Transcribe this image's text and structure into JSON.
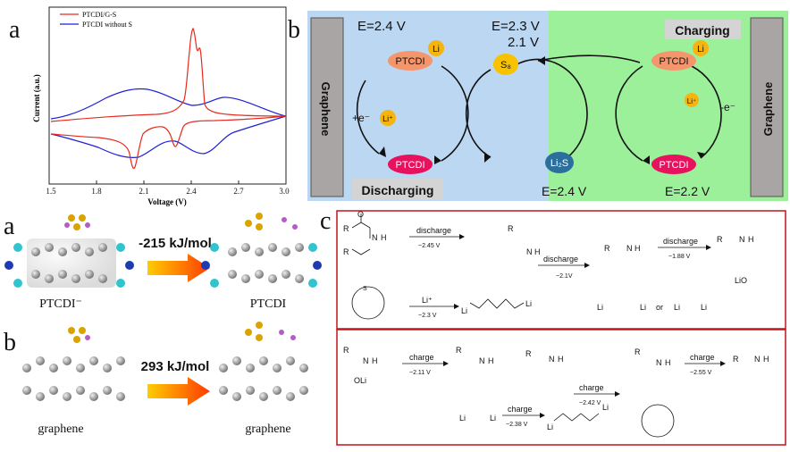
{
  "letters": {
    "a_top": "a",
    "b_top": "b",
    "a_bottom": "a",
    "b_bottom": "b",
    "c_bottom": "c"
  },
  "cv_plot": {
    "legend": [
      "PTCDI/G-S",
      "PTCDI without S"
    ],
    "ylabel": "Current (a.u.)",
    "xlabel": "Voltage (V)",
    "xticks": [
      "1.5",
      "1.8",
      "2.1",
      "2.4",
      "2.7",
      "3.0"
    ],
    "colors": {
      "ptcdi_gs": "#e8291d",
      "ptcdi_nos": "#1f1fd6"
    }
  },
  "chart_data": {
    "type": "line",
    "xlabel": "Voltage (V)",
    "ylabel": "Current (a.u.)",
    "xlim": [
      1.5,
      3.0
    ],
    "series": [
      {
        "name": "PTCDI/G-S",
        "color": "#e8291d"
      },
      {
        "name": "PTCDI without S",
        "color": "#1f1fd6"
      }
    ]
  },
  "mechanism": {
    "left_label": "Graphene",
    "right_label": "Graphene",
    "e_24_left": "E=2.4 V",
    "e_23": "E=2.3 V",
    "e_21": "2.1 V",
    "charging": "Charging",
    "discharging": "Discharging",
    "e_24_bottom": "E=2.4 V",
    "e_22_bottom": "E=2.2 V",
    "ptcdi": "PTCDI",
    "li": "Li",
    "li_plus": "Li⁺",
    "s8": "S₈",
    "li2s": "Li₂S",
    "plus_e": "+e⁻",
    "minus_e": "-e⁻",
    "colors": {
      "blue_region": "#bcd7f2",
      "green_region": "#9df09a",
      "gray_bar": "#a9a5a4",
      "ptcdi_orange": "#f5956b",
      "ptcdi_red": "#e8115e",
      "li_yellow": "#f6b40e",
      "s8_yellow": "#f7c300",
      "li2s_teal": "#2a6f9e"
    }
  },
  "dft": {
    "energy_a": "-215 kJ/mol",
    "energy_b": "293 kJ/mol",
    "label_ptcdi_minus": "PTCDI⁻",
    "label_ptcdi": "PTCDI",
    "label_graphene_1": "graphene",
    "label_graphene_2": "graphene"
  },
  "scheme": {
    "discharge_label": "discharge",
    "charge_label": "charge",
    "v_discharge_1": "~2.45 V",
    "v_discharge_2": "~2.1V",
    "v_discharge_3": "~1.88 V",
    "v_li_plus": "~2.3 V",
    "li_plus": "Li⁺",
    "v_charge_1": "~2.11 V",
    "v_charge_2": "~2.38 V",
    "v_charge_3": "~2.42 V",
    "v_charge_4": "~2.55 V",
    "or": "or",
    "lio": "LiO",
    "oli": "OLi",
    "li": "Li",
    "r": "R",
    "n": "N",
    "h": "H",
    "o": "O",
    "s": "S"
  }
}
